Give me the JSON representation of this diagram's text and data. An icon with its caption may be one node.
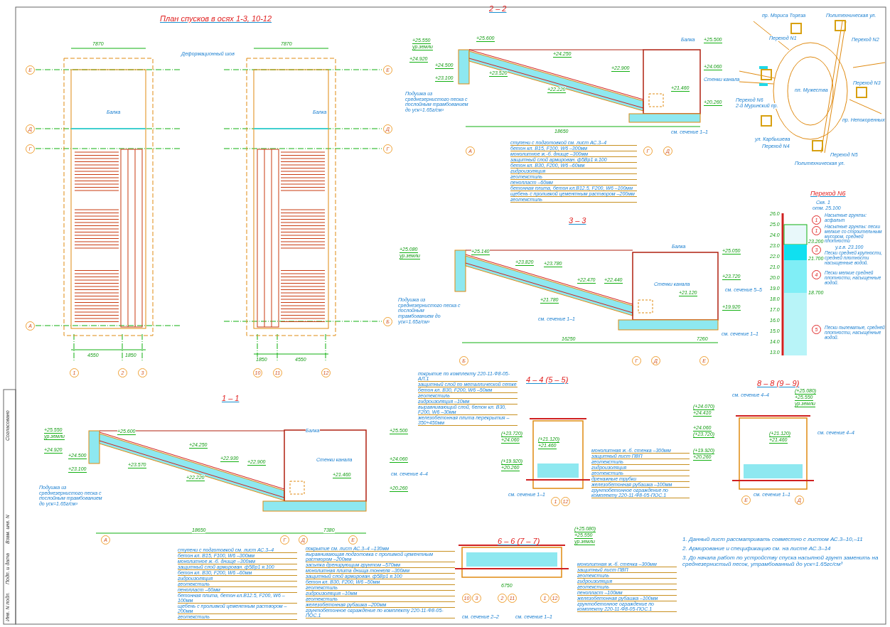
{
  "diagram": {
    "title": "План спусков в осях 1-3, 10-12",
    "nodes": [
      {
        "text": [
          "Е"
        ]
      },
      {
        "text": [
          "Е"
        ]
      },
      {
        "text": [
          "Д"
        ]
      },
      {
        "text": [
          "Д"
        ]
      },
      {
        "text": [
          "Г"
        ]
      },
      {
        "text": [
          "Г"
        ]
      },
      {
        "text": [
          "А"
        ]
      },
      {
        "text": [
          "Б"
        ]
      },
      {
        "text": [
          "1"
        ]
      },
      {
        "text": [
          "2"
        ]
      },
      {
        "text": [
          "3"
        ]
      },
      {
        "text": [
          "10"
        ]
      },
      {
        "text": [
          "11"
        ]
      },
      {
        "text": [
          "12"
        ]
      },
      {
        "text": [
          "А"
        ]
      },
      {
        "text": [
          "Г"
        ]
      },
      {
        "text": [
          "Д"
        ]
      },
      {
        "text": [
          "1"
        ]
      },
      {
        "text": [
          "1"
        ]
      },
      {
        "text": [
          "3"
        ]
      },
      {
        "text": [
          "4"
        ]
      },
      {
        "text": [
          "5"
        ]
      },
      {
        "text": [
          "Б"
        ]
      },
      {
        "text": [
          "Г"
        ]
      },
      {
        "text": [
          "Д"
        ]
      },
      {
        "text": [
          "Е"
        ]
      },
      {
        "text": [
          "1"
        ]
      },
      {
        "text": [
          "12"
        ]
      },
      {
        "text": [
          "Е"
        ]
      },
      {
        "text": [
          "Д"
        ]
      },
      {
        "text": [
          "А"
        ]
      },
      {
        "text": [
          "Г"
        ]
      },
      {
        "text": [
          "Д"
        ]
      },
      {
        "text": [
          "Е"
        ]
      },
      {
        "text": [
          "10"
        ]
      },
      {
        "text": [
          "3"
        ]
      },
      {
        "text": [
          "2"
        ]
      },
      {
        "text": [
          "11"
        ]
      },
      {
        "text": [
          "1"
        ]
      },
      {
        "text": [
          "12"
        ]
      }
    ],
    "edges": [],
    "labels": [
      "7870",
      "7870",
      "Деформационный шов",
      "Балка",
      "Балка",
      "4550",
      "1850",
      "1850",
      "4550",
      "2 – 2",
      "+25.550",
      "ур.земли",
      "+24.920",
      "+24.500",
      "+23.100",
      "+25.600",
      "+23.520",
      "+24.250",
      "+22.900",
      "+22.220",
      "Балка",
      "+25.500",
      "+24.060",
      "Стенки канала",
      "+21.460",
      "+20.260",
      "Подушка из среднезернистого песка с послойным трамбованием до γск=1.65г/см³",
      "18650",
      "см. сечение 1–1",
      "ступени с подготовкой см. лист АС.3–4",
      "бетон кл. В15, F100, W6 –300мм",
      "монолитное ж.-б. днище –300мм",
      "защитный слой армирован. ф5Вр1 я.100",
      "бетон кл. В30, F200, W6 –60мм",
      "гидроизоляция",
      "геотекстиль",
      "пенопласт –60мм",
      "бетонная плита, бетон кл.В12.5, F200, W6 –100мм",
      "щебень с проливкой цементным раствором –200мм",
      "геотекстиль",
      "пр. Мориса Тореза",
      "Политехническая ул.",
      "Переход N1",
      "Переход N2",
      "Переход N6",
      "2-й Муринский пр.",
      "пл. Мужества",
      "Переход N3",
      "пр. Непокоренных",
      "ул. Карбышева",
      "Переход N4",
      "Переход N5",
      "Политехническая ул.",
      "Переход N6",
      "Скв. 1",
      "отм. 25.100",
      "26.0",
      "25.0",
      "24.0",
      "23.0",
      "22.0",
      "21.0",
      "20.0",
      "19.0",
      "18.0",
      "17.0",
      "16.0",
      "15.0",
      "14.0",
      "13.0",
      "Насыпные грунты: асфальт",
      "Насыпные грунты: пески мелкие со строительным мусором, средней плотности",
      "23.200",
      "у.г.в. 23.100",
      "21.700",
      "Пески средней крупности, средней плотности насыщенные водой.",
      "Пески мелкие средней плотности, насыщенные водой.",
      "18.700",
      "Пески пылеватые, средней плотности, насыщенные водой.",
      "3 – 3",
      "+25.080",
      "ур.земли",
      "+25.140",
      "+23.820",
      "+23.780",
      "+22.470",
      "+22.440",
      "+21.780",
      "Балка",
      "Стенки канала",
      "+21.120",
      "+25.050",
      "+23.720",
      "см. сечение 5–5",
      "+19.920",
      "Подушка из среднезернистого песка с послойным трамбованием до γск=1.65г/см³",
      "см. сечение 1–1",
      "см. сечение 1–1",
      "16250",
      "7260",
      "покрытие по комплекту 220-11-Ф8-05-АЛ.1",
      "защитный слой по металлической сетке",
      "бетон кл. В30, F200, W6 –50мм",
      "геотекстиль",
      "гидроизоляция –10мм",
      "выравнивающий слой, бетон кл. В30, F200, W6 –30мм",
      "железобетонная плита перекрытия –350+450мм",
      "4 – 4 (5 – 5)",
      "(+23.720)",
      "+24.060",
      "(+21.120)",
      "+21.460",
      "(+19.920)",
      "+20.260",
      "монолитная ж.-б. стенка –300мм",
      "защитный лист ПВП",
      "геотекстиль",
      "гидроизоляция",
      "геотекстиль",
      "дренажные трубки",
      "железобетонная рубашка –100мм",
      "грунтобетонное ограждение по комплекту 220-11-Ф8-05-ПОС.1",
      "см. сечение 1–1",
      "8 – 8 (9 – 9)",
      "см. сечение 4–4",
      "(+25.080)",
      "+25.550",
      "ур.земли",
      "(+24.070)",
      "+24.410",
      "+24.060",
      "(+23.720)",
      "(+21.120)",
      "+21.460",
      "см. сечение 4–4",
      "(+19.920)",
      "+20.260",
      "см. сечение 1–1",
      "1 – 1",
      "+25.550",
      "ур.земли",
      "+24.920",
      "+24.500",
      "+23.100",
      "+25.600",
      "+23.570",
      "+24.250",
      "+22.930",
      "+22.900",
      "+22.220",
      "Балка",
      "Стенки канала",
      "+25.500",
      "+24.060",
      "+21.460",
      "см. сечение 4–4",
      "+20.260",
      "Подушка из среднезернистого песка с послойным трамбованием до γск=1.65г/см³",
      "18650",
      "7380",
      "1. Данный лист рассматривать совместно с листом АС.3–10,–11",
      "2. Армирование и спецификацию см. на листе АС.3–14",
      "3. До начала работ по устройству спуска насыпной грунт заменить на среднезернистый песок, утрамбованный до γск=1.65гс/см³",
      "ступени с подготовкой см. лист АС.3–4",
      "бетон кл. В15, F100, W6 –300мм",
      "монолитное ж.-б. днище –300мм",
      "защитный слой армирован. ф5Вр1 я.100",
      "бетон кл. В30, F200, W6 –60мм",
      "гидроизоляция",
      "геотекстиль",
      "пенопласт –60мм",
      "бетонная плита, бетон кл.В12.5, F200, W6 –100мм",
      "щебень с проливкой цементным раствором –200мм",
      "геотекстиль",
      "покрытие см. лист АС.3–4 –130мм",
      "выравнивающая подготовка с проливкой цементным раствором –200мм",
      "засыпка дренирующим грунтом –570мм",
      "монолитная плита днища тоннеля –300мм",
      "защитный слой армирован. ф5Вр1 я.100",
      "бетон кл. В30, F200, W6 –50мм",
      "геотекстиль",
      "гидроизоляция –10мм",
      "геотекстиль",
      "железобетонная рубашка –200мм",
      "грунтобетонное ограждение по комплекту 220-11-Ф8-05-ПОС.1",
      "6 – 6 (7 – 7)",
      "(+25.080)",
      "+25.550",
      "ур.земли",
      "6750",
      "монолитная ж.-б. стенка –300мм",
      "защитный лист ПВП",
      "геотекстиль",
      "гидроизоляция",
      "геотекстиль",
      "пенопласт –100мм",
      "железобетонная рубашка –100мм",
      "грунтобетонное ограждение по комплекту 220-11-Ф8-05-ПОС.1",
      "см. сечение 2–2",
      "см. сечение 1–1",
      "Согласовано",
      "Взам. инв. N",
      "Подп. и дата",
      "Инв. N подл."
    ]
  }
}
